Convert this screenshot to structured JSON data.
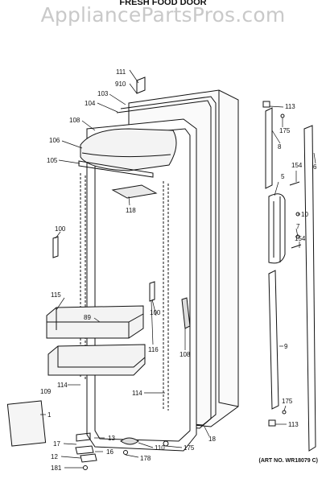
{
  "watermark": "AppliancePartsPros.com",
  "title": "FRESH FOOD DOOR",
  "art_no": "(ART NO. WR18079 C)",
  "callouts": [
    {
      "id": "c111",
      "text": "111"
    },
    {
      "id": "c910",
      "text": "910"
    },
    {
      "id": "c103",
      "text": "103"
    },
    {
      "id": "c104",
      "text": "104"
    },
    {
      "id": "c108a",
      "text": "108"
    },
    {
      "id": "c106",
      "text": "106"
    },
    {
      "id": "c105",
      "text": "105"
    },
    {
      "id": "c118",
      "text": "118"
    },
    {
      "id": "c100a",
      "text": "100"
    },
    {
      "id": "c115",
      "text": "115"
    },
    {
      "id": "c89",
      "text": "89"
    },
    {
      "id": "c100b",
      "text": "100"
    },
    {
      "id": "c116",
      "text": "116"
    },
    {
      "id": "c108b",
      "text": "108"
    },
    {
      "id": "c109",
      "text": "109"
    },
    {
      "id": "c114a",
      "text": "114"
    },
    {
      "id": "c114b",
      "text": "114"
    },
    {
      "id": "c1",
      "text": "1"
    },
    {
      "id": "c13",
      "text": "13"
    },
    {
      "id": "c17",
      "text": "17"
    },
    {
      "id": "c16",
      "text": "16"
    },
    {
      "id": "c12",
      "text": "12"
    },
    {
      "id": "c181",
      "text": "181"
    },
    {
      "id": "c110",
      "text": "110"
    },
    {
      "id": "c178",
      "text": "178"
    },
    {
      "id": "c175a",
      "text": "175"
    },
    {
      "id": "c18",
      "text": "18"
    },
    {
      "id": "c113a",
      "text": "113"
    },
    {
      "id": "c175b",
      "text": "175"
    },
    {
      "id": "c8",
      "text": "8"
    },
    {
      "id": "c6",
      "text": "6"
    },
    {
      "id": "c154a",
      "text": "154"
    },
    {
      "id": "c5",
      "text": "5"
    },
    {
      "id": "c10",
      "text": "10"
    },
    {
      "id": "c7",
      "text": "7"
    },
    {
      "id": "c154b",
      "text": "154"
    },
    {
      "id": "c9",
      "text": "9"
    },
    {
      "id": "c175c",
      "text": "175"
    },
    {
      "id": "c113b",
      "text": "113"
    }
  ]
}
